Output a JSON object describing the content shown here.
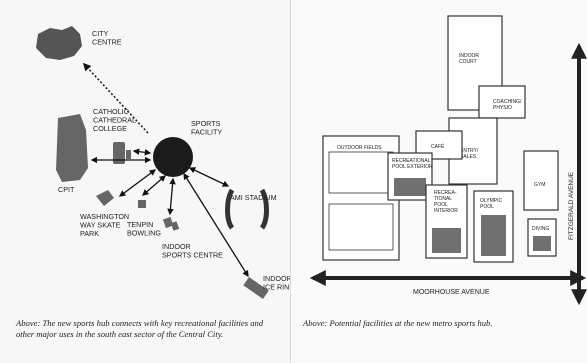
{
  "left_map": {
    "labels": {
      "city_centre": [
        "CITY",
        "CENTRE"
      ],
      "catholic_cathedral_college": [
        "CATHOLIC",
        "CATHEDRAL",
        "COLLEGE"
      ],
      "sports_facility": [
        "SPORTS",
        "FACILITY"
      ],
      "cpit": "CPIT",
      "washington_way": [
        "WASHINGTON",
        "WAY SKATE",
        "PARK"
      ],
      "tenpin_bowling": [
        "TENPIN",
        "BOWLING"
      ],
      "indoor_sports_centre": [
        "INDOOR",
        "SPORTS CENTRE"
      ],
      "ami_stadium": "AMI STADIUM",
      "indoor_ice_rink": [
        "INDOOR",
        "ICE RINK"
      ]
    },
    "caption": "Above: The new sports hub connects with key recreational facilities and other major uses in the south east sector of the Central City."
  },
  "right_plan": {
    "labels": {
      "indoor_court": [
        "INDOOR",
        "COURT"
      ],
      "coaching_physio": [
        "COACHING/",
        "PHYSIO"
      ],
      "outdoor_fields": "OUTDOOR FIELDS",
      "cafe": "CAFÉ",
      "entry_sales": [
        "ENTRY/",
        "SALES"
      ],
      "recreational_pool_exterior": [
        "RECREATIONAL",
        "POOL EXTERIOR"
      ],
      "recreational_pool_interior": [
        "RECREA-",
        "TIONAL",
        "POOL",
        "INTERIOR"
      ],
      "olympic_pool": [
        "OLYMPIC",
        "POOL"
      ],
      "gym": "GYM",
      "diving": "DIVING",
      "moorhouse_avenue": "MOORHOUSE AVENUE",
      "fitzgerald_avenue": "FITZGERALD AVENUE"
    },
    "caption": "Above: Potential facilities at the new metro sports hub."
  }
}
